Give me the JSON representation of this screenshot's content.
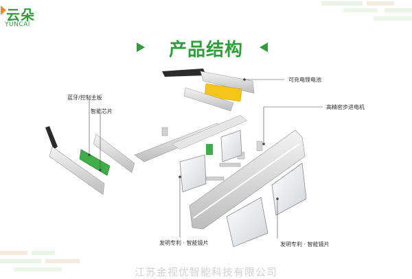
{
  "brand": {
    "name_cn": "云朵",
    "name_en": "YUNCAI"
  },
  "title": "产品结构",
  "labels": {
    "bluetooth_board": "蓝牙/控制主板",
    "smart_chip": "智能芯片",
    "battery": "可充电锂电池",
    "stepper_motor": "高精密步进电机",
    "patent_lens_left": "发明专利 · 智能镜片",
    "patent_lens_right": "发明专利 · 智能镜片"
  },
  "footer": "江苏金视优智能科技有限公司",
  "colors": {
    "brand_green": "#2f9e3a",
    "accent_orange": "#f18b20",
    "battery_yellow": "#f5c518",
    "chip_green": "#3fae49"
  }
}
